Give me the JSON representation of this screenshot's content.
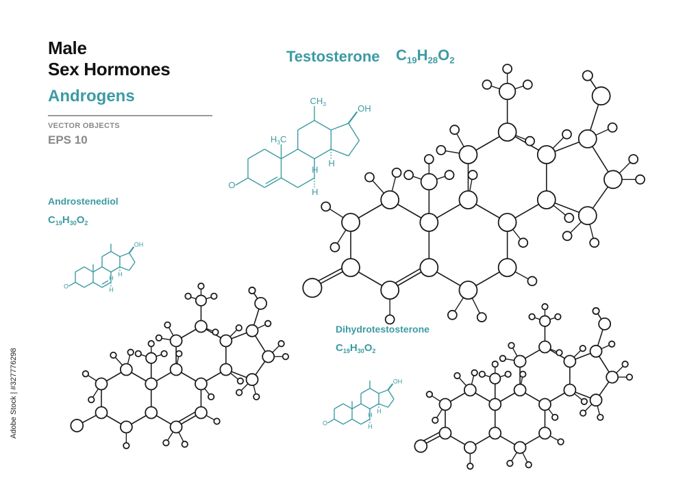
{
  "header": {
    "title_line1": "Male",
    "title_line2": "Sex Hormones",
    "subtitle": "Androgens",
    "vector_label": "VECTOR OBJECTS",
    "eps_label": "EPS 10"
  },
  "molecules": {
    "testosterone": {
      "name": "Testosterone",
      "formula": {
        "c": "C",
        "c_n": "19",
        "h": "H",
        "h_n": "28",
        "o": "O",
        "o_n": "2"
      }
    },
    "androstenediol": {
      "name": "Androstenediol",
      "formula": {
        "c": "C",
        "c_n": "19",
        "h": "H",
        "h_n": "30",
        "o": "O",
        "o_n": "2"
      }
    },
    "dihydrotestosterone": {
      "name": "Dihydrotestosterone",
      "formula": {
        "c": "C",
        "c_n": "19",
        "h": "H",
        "h_n": "30",
        "o": "O",
        "o_n": "2"
      }
    }
  },
  "skeletal_labels": {
    "oh": "OH",
    "o": "O",
    "ch3": "CH",
    "ch3_sub": "3",
    "h3c": "H",
    "h3c_sub": "3",
    "h3c_c": "C",
    "h": "H"
  },
  "watermark": {
    "stock_id": "Adobe Stock | #327776298"
  },
  "colors": {
    "accent": "#3b9ba3",
    "title": "#111111",
    "muted": "#888888",
    "model_stroke": "#1a1a1a"
  }
}
